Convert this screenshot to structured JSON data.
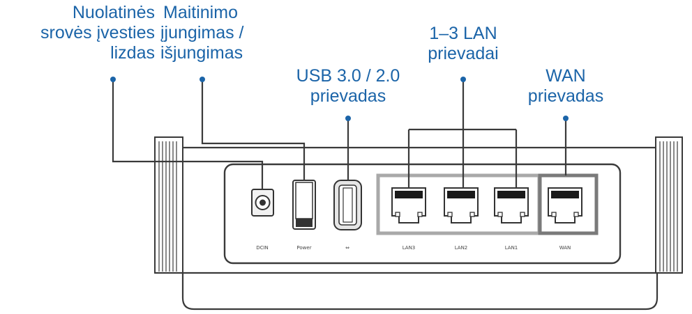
{
  "callouts": {
    "dcin": {
      "lines": [
        "Nuolatinės",
        "srovės įvesties",
        "lizdas"
      ]
    },
    "power": {
      "lines": [
        "Maitinimo",
        "įjungimas /",
        "išjungimas"
      ]
    },
    "usb": {
      "lines": [
        "USB 3.0 / 2.0",
        "prievadas"
      ]
    },
    "lan": {
      "lines": [
        "1–3 LAN",
        "prievadai"
      ]
    },
    "wan": {
      "lines": [
        "WAN",
        "prievadas"
      ]
    }
  },
  "port_labels": {
    "dcin": "DCIN",
    "power": "Power",
    "usb": "⇔",
    "lan3": "LAN3",
    "lan2": "LAN2",
    "lan1": "LAN1",
    "wan": "WAN"
  },
  "colors": {
    "callout_text": "#1b64a8",
    "leader_dot": "#1b64a8",
    "line": "#3a3a3a",
    "lan_group_frame": "#a9a9a9",
    "wan_frame": "#7a7a7a"
  }
}
